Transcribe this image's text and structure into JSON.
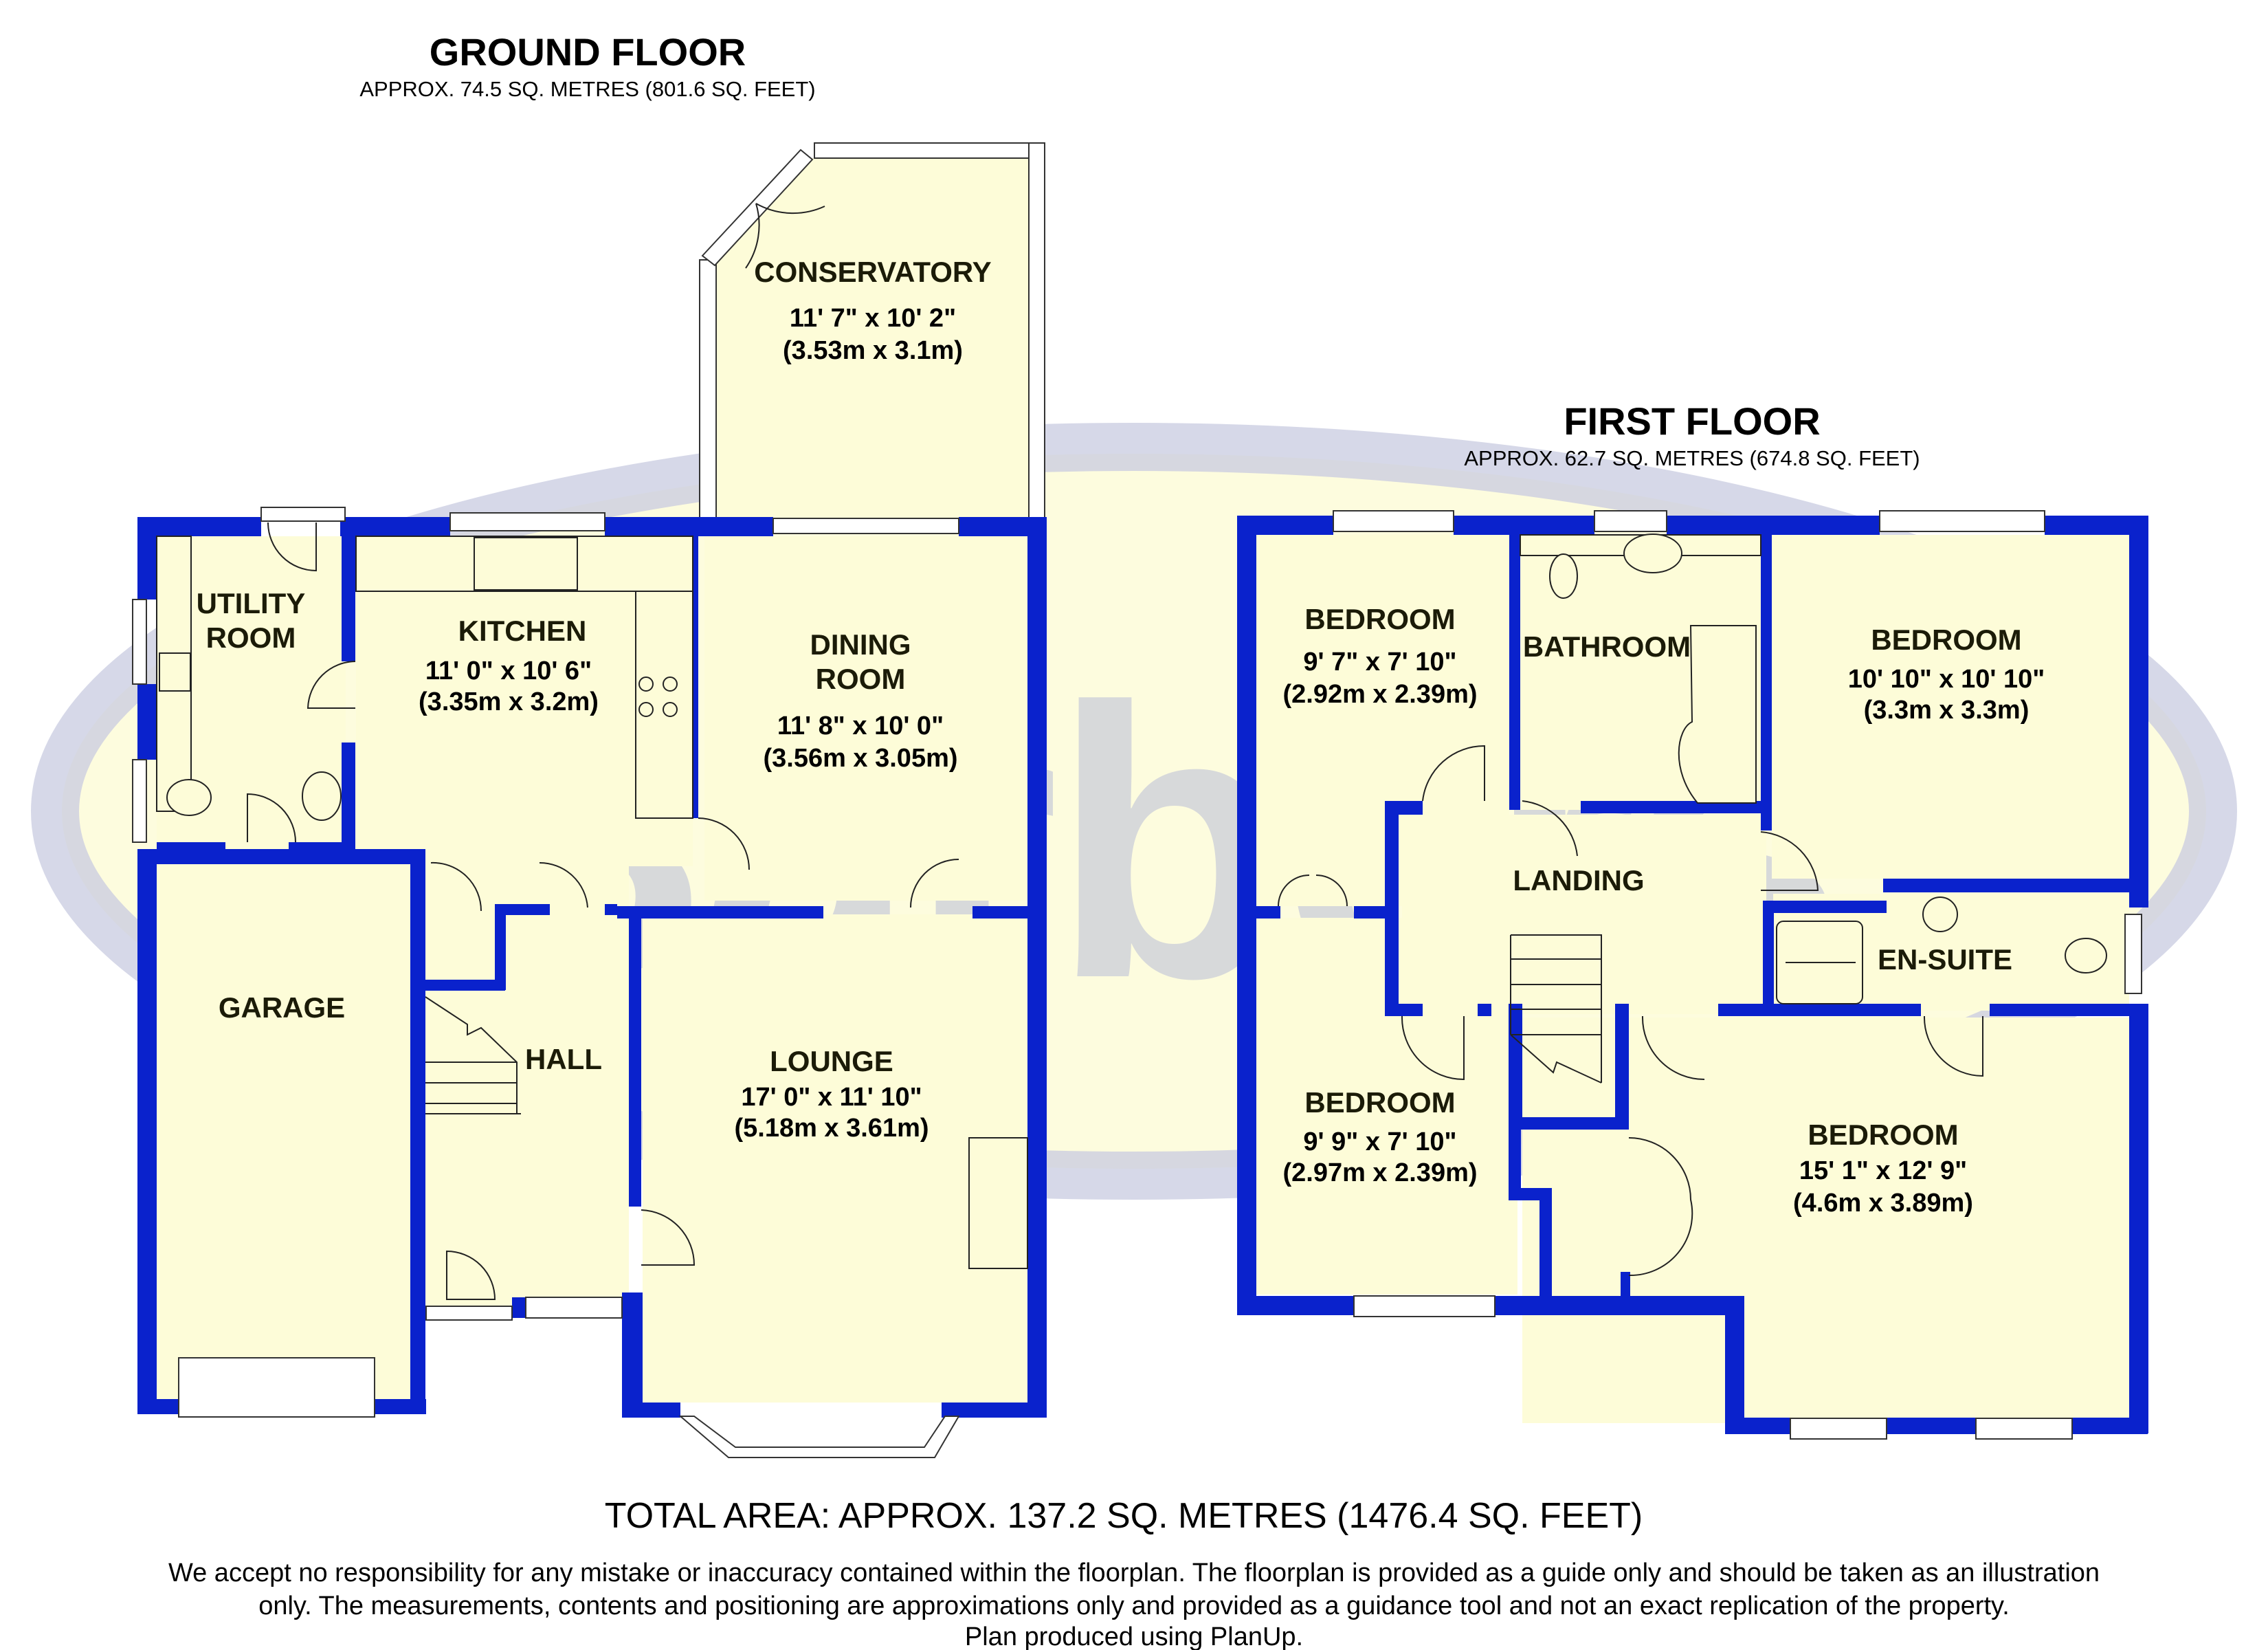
{
  "watermark": {
    "brand": "Barbers"
  },
  "colors": {
    "wall": "#0a22cc",
    "room_fill": "#fdfcd8",
    "watermark_ring": "#c8cbe0",
    "text": "#000000"
  },
  "ground_floor": {
    "title": "GROUND FLOOR",
    "area": "APPROX. 74.5 SQ. METRES (801.6 SQ. FEET)",
    "rooms": [
      {
        "name": "CONSERVATORY",
        "imperial": "11' 7\" x 10' 2\"",
        "metric": "(3.53m x 3.1m)"
      },
      {
        "name_line1": "UTILITY",
        "name_line2": "ROOM"
      },
      {
        "name": "KITCHEN",
        "imperial": "11' 0\" x 10' 6\"",
        "metric": "(3.35m x 3.2m)"
      },
      {
        "name_line1": "DINING",
        "name_line2": "ROOM",
        "imperial": "11' 8\" x 10' 0\"",
        "metric": "(3.56m x 3.05m)"
      },
      {
        "name": "GARAGE"
      },
      {
        "name": "HALL"
      },
      {
        "name": "LOUNGE",
        "imperial": "17' 0\" x 11' 10\"",
        "metric": "(5.18m x 3.61m)"
      }
    ]
  },
  "first_floor": {
    "title": "FIRST FLOOR",
    "area": "APPROX. 62.7 SQ. METRES (674.8 SQ. FEET)",
    "rooms": [
      {
        "name": "BEDROOM",
        "imperial": "9' 7\" x 7' 10\"",
        "metric": "(2.92m x 2.39m)"
      },
      {
        "name": "BATHROOM"
      },
      {
        "name": "BEDROOM",
        "imperial": "10' 10\" x 10' 10\"",
        "metric": "(3.3m x 3.3m)"
      },
      {
        "name": "LANDING"
      },
      {
        "name": "EN-SUITE"
      },
      {
        "name": "BEDROOM",
        "imperial": "9' 9\" x 7' 10\"",
        "metric": "(2.97m x 2.39m)"
      },
      {
        "name": "BEDROOM",
        "imperial": "15' 1\" x 12' 9\"",
        "metric": "(4.6m x 3.89m)"
      }
    ]
  },
  "footer": {
    "total_area": "TOTAL AREA: APPROX. 137.2 SQ. METRES (1476.4 SQ. FEET)",
    "disclaimer_line1": "We accept no responsibility for any mistake or inaccuracy contained within the floorplan. The floorplan is provided as a guide only and should be taken as an illustration",
    "disclaimer_line2": "only. The measurements, contents and positioning are approximations only and provided as a guidance tool and not an exact replication of the property.",
    "disclaimer_line3": "Plan produced using PlanUp."
  }
}
